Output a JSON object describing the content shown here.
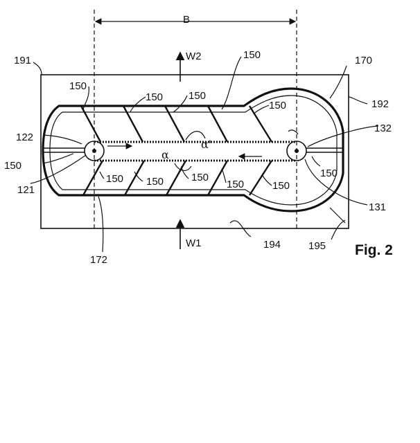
{
  "figure": {
    "caption": "Fig. 2",
    "dimension_label": "B",
    "flow_labels": {
      "top": "W2",
      "bottom": "W1"
    },
    "greek_labels": {
      "alpha": "α",
      "alpha_prime": "α'"
    },
    "reference_numerals": {
      "r191": "191",
      "r170": "170",
      "r192": "192",
      "r122": "122",
      "r132": "132",
      "r121": "121",
      "r131": "131",
      "r172": "172",
      "r194": "194",
      "r195": "195",
      "r150": "150"
    }
  }
}
